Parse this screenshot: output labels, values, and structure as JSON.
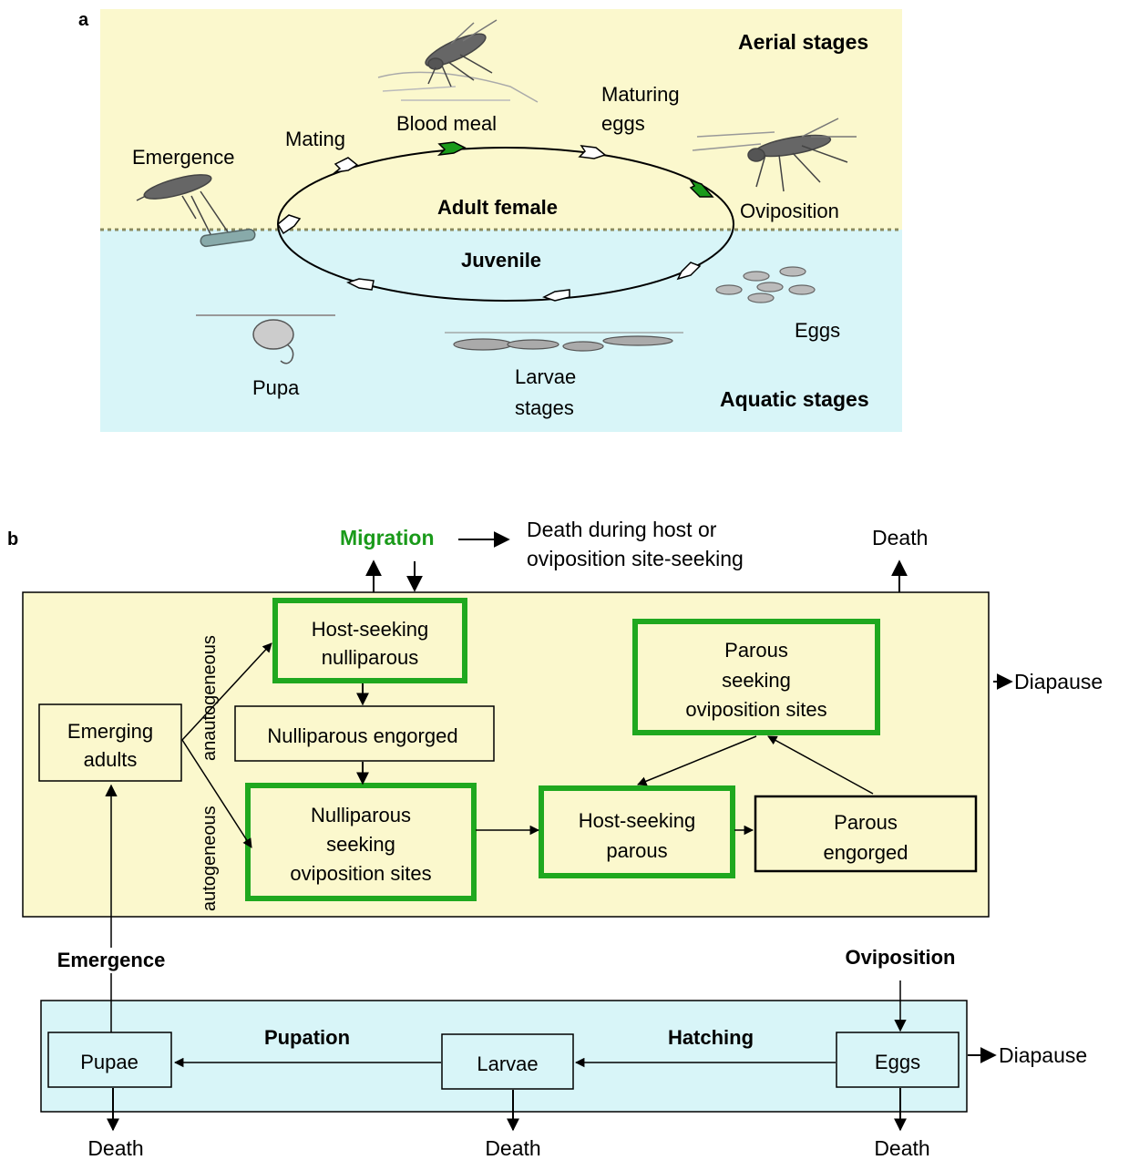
{
  "panel_a": {
    "label": "a",
    "aerial_stages": "Aerial stages",
    "aquatic_stages": "Aquatic stages",
    "adult_female": "Adult female",
    "juvenile": "Juvenile",
    "stages": {
      "emergence": "Emergence",
      "mating": "Mating",
      "blood_meal": "Blood meal",
      "maturing_eggs": [
        "Maturing",
        "eggs"
      ],
      "oviposition": "Oviposition",
      "eggs": "Eggs",
      "larvae_stages": [
        "Larvae",
        "stages"
      ],
      "pupa": "Pupa"
    },
    "colors": {
      "aerial_bg": "#fbf8cd",
      "aquatic_bg": "#d8f5f8",
      "active_arrow": "#1a9a1a"
    }
  },
  "panel_b": {
    "label": "b",
    "migration": "Migration",
    "death_seeking": [
      "Death during host or",
      "oviposition site-seeking"
    ],
    "death": "Death",
    "diapause": "Diapause",
    "anautogeneous": "anautogeneous",
    "autogeneous": "autogeneous",
    "emergence": "Emergence",
    "oviposition": "Oviposition",
    "pupation": "Pupation",
    "hatching": "Hatching",
    "boxes": {
      "emerging_adults": [
        "Emerging",
        "adults"
      ],
      "host_seeking_nulliparous": [
        "Host-seeking",
        "nulliparous"
      ],
      "nulliparous_engorged": "Nulliparous engorged",
      "nulliparous_seeking": [
        "Nulliparous",
        "seeking",
        "oviposition sites"
      ],
      "host_seeking_parous": [
        "Host-seeking",
        "parous"
      ],
      "parous_engorged": [
        "Parous",
        "engorged"
      ],
      "parous_seeking": [
        "Parous",
        "seeking",
        "oviposition sites"
      ],
      "pupae": "Pupae",
      "larvae": "Larvae",
      "eggs": "Eggs"
    },
    "colors": {
      "adult_bg": "#fbf8cd",
      "aquatic_bg": "#d8f5f8",
      "highlight_border": "#1fa81f"
    }
  }
}
